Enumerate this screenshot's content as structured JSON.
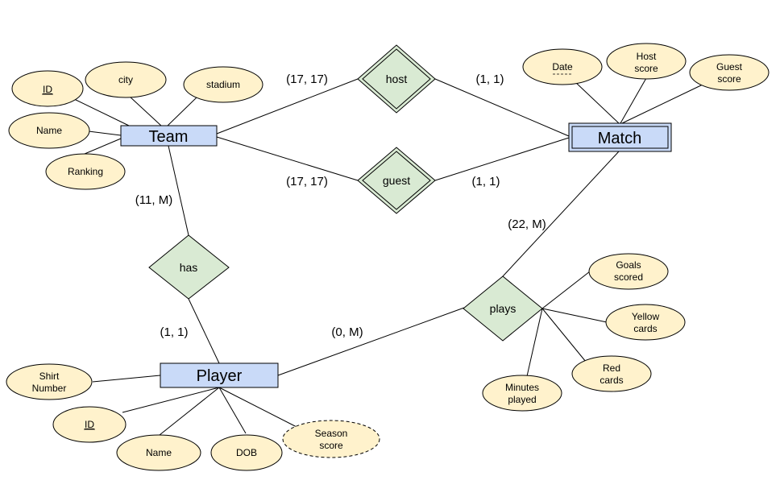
{
  "diagram": {
    "entities": {
      "team": {
        "label": "Team"
      },
      "match": {
        "label": "Match"
      },
      "player": {
        "label": "Player"
      }
    },
    "relationships": {
      "host": {
        "label": "host"
      },
      "guest": {
        "label": "guest"
      },
      "has": {
        "label": "has"
      },
      "plays": {
        "label": "plays"
      }
    },
    "attributes": {
      "team_id": {
        "lines": [
          "ID"
        ],
        "key": true
      },
      "team_city": {
        "lines": [
          "city"
        ]
      },
      "team_stadium": {
        "lines": [
          "stadium"
        ]
      },
      "team_name": {
        "lines": [
          "Name"
        ]
      },
      "team_ranking": {
        "lines": [
          "Ranking"
        ]
      },
      "match_date": {
        "lines": [
          "Date"
        ],
        "partial_key": true
      },
      "match_host_score": {
        "lines": [
          "Host",
          "score"
        ]
      },
      "match_guest_score": {
        "lines": [
          "Guest",
          "score"
        ]
      },
      "plays_goals_scored": {
        "lines": [
          "Goals",
          "scored"
        ]
      },
      "plays_yellow_cards": {
        "lines": [
          "Yellow",
          "cards"
        ]
      },
      "plays_red_cards": {
        "lines": [
          "Red",
          "cards"
        ]
      },
      "plays_minutes_played": {
        "lines": [
          "Minutes",
          "played"
        ]
      },
      "player_shirt_number": {
        "lines": [
          "Shirt",
          "Number"
        ]
      },
      "player_id": {
        "lines": [
          "ID"
        ],
        "key": true
      },
      "player_name": {
        "lines": [
          "Name"
        ]
      },
      "player_dob": {
        "lines": [
          "DOB"
        ]
      },
      "player_season_score": {
        "lines": [
          "Season",
          "score"
        ],
        "derived": true
      }
    },
    "cardinalities": {
      "team_host": "(17, 17)",
      "host_match": "(1, 1)",
      "team_guest": "(17, 17)",
      "guest_match": "(1, 1)",
      "team_has": "(11, M)",
      "has_player": "(1, 1)",
      "player_plays": "(0, M)",
      "plays_match": "(22, M)"
    }
  }
}
